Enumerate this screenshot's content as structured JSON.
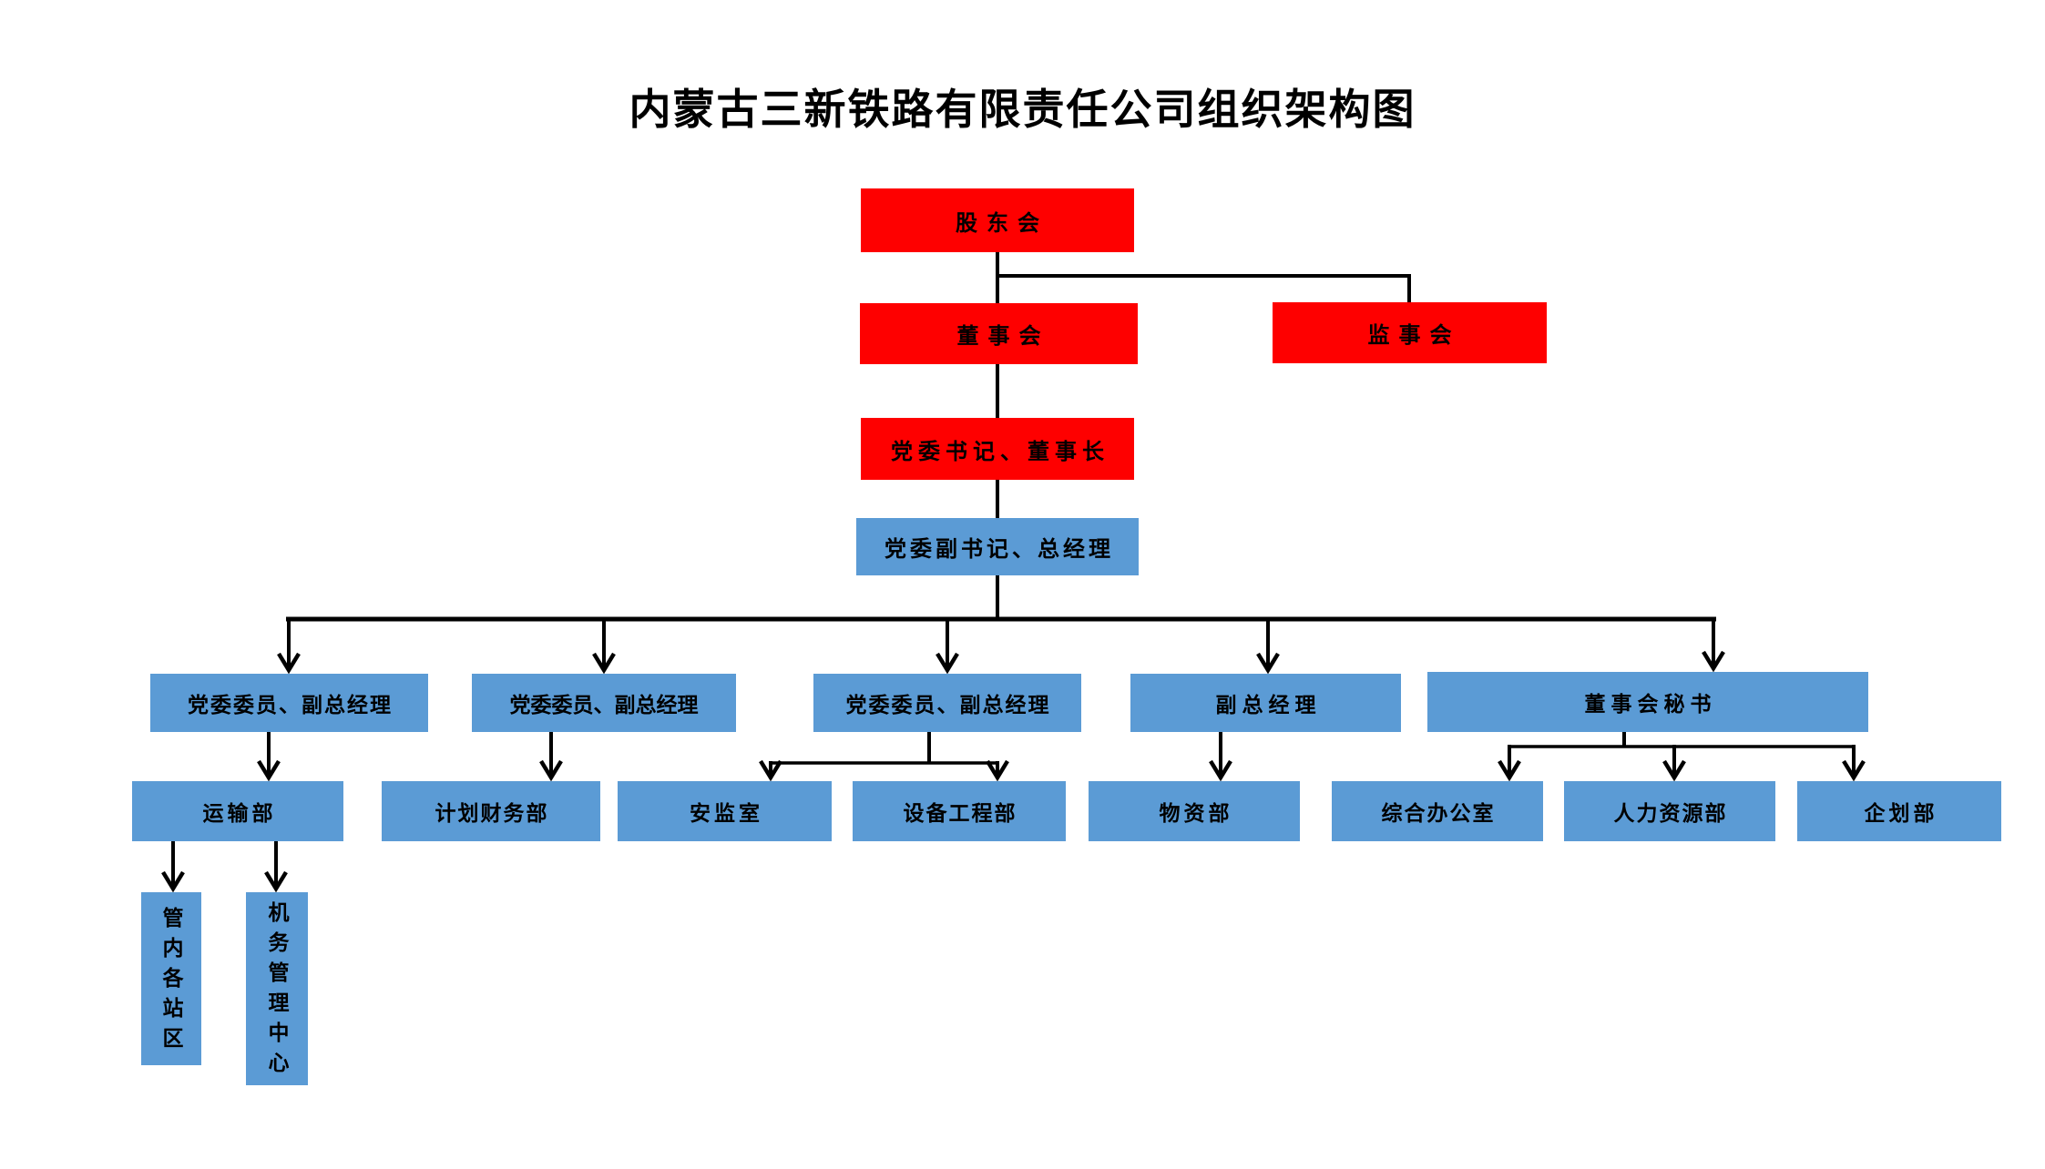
{
  "title": "内蒙古三新铁路有限责任公司组织架构图",
  "colors": {
    "box_red": "#fe0000",
    "box_blue": "#5b9bd5",
    "line": "#000000",
    "text": "#000000",
    "background": "#ffffff"
  },
  "nodes": {
    "shareholders": "股东会",
    "board": "董事会",
    "supervisory": "监事会",
    "party_secretary_chairman": "党委书记、董事长",
    "deputy_secretary_gm": "党委副书记、总经理",
    "committee_deputy_gm_1": "党委委员、副总经理",
    "committee_deputy_gm_2": "党委委员、副总经理",
    "committee_deputy_gm_3": "党委委员、副总经理",
    "deputy_gm": "副总经理",
    "board_secretary": "董事会秘书",
    "transport_dept": "运输部",
    "planning_finance_dept": "计划财务部",
    "safety_office": "安监室",
    "equipment_engineering_dept": "设备工程部",
    "materials_dept": "物资部",
    "general_office": "综合办公室",
    "hr_dept": "人力资源部",
    "planning_dept": "企划部",
    "station_areas": "管内各站区",
    "locomotive_mgmt_center": "机务管理中心"
  }
}
